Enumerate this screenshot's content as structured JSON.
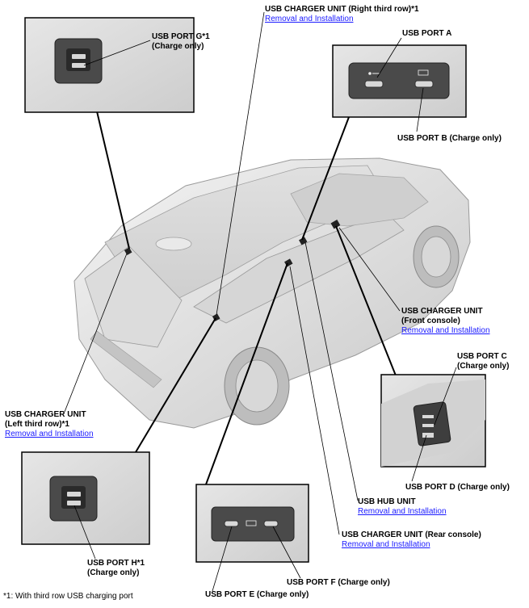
{
  "labels": {
    "right_third_row": {
      "title": "USB CHARGER UNIT (Right third row)*1",
      "link": "Removal and Installation"
    },
    "port_g": {
      "title": "USB PORT G*1",
      "sub": "(Charge only)"
    },
    "port_a": {
      "title": "USB PORT A"
    },
    "port_b": {
      "title": "USB PORT B (Charge only)"
    },
    "front_console": {
      "title": "USB CHARGER UNIT",
      "sub": "(Front console)",
      "link": "Removal and Installation"
    },
    "port_c": {
      "title": "USB PORT C",
      "sub": "(Charge only)"
    },
    "left_third_row": {
      "title": "USB CHARGER UNIT",
      "sub": "(Left third row)*1",
      "link": "Removal and Installation"
    },
    "port_d": {
      "title": "USB PORT D (Charge only)"
    },
    "hub_unit": {
      "title": "USB HUB UNIT",
      "link": "Removal and Installation"
    },
    "rear_console": {
      "title": "USB CHARGER UNIT (Rear console)",
      "link": "Removal and Installation"
    },
    "port_h": {
      "title": "USB PORT H*1",
      "sub": "(Charge only)"
    },
    "port_f": {
      "title": "USB PORT F (Charge only)"
    },
    "port_e": {
      "title": "USB PORT E (Charge only)"
    }
  },
  "footnote": "*1: With third row USB charging port"
}
